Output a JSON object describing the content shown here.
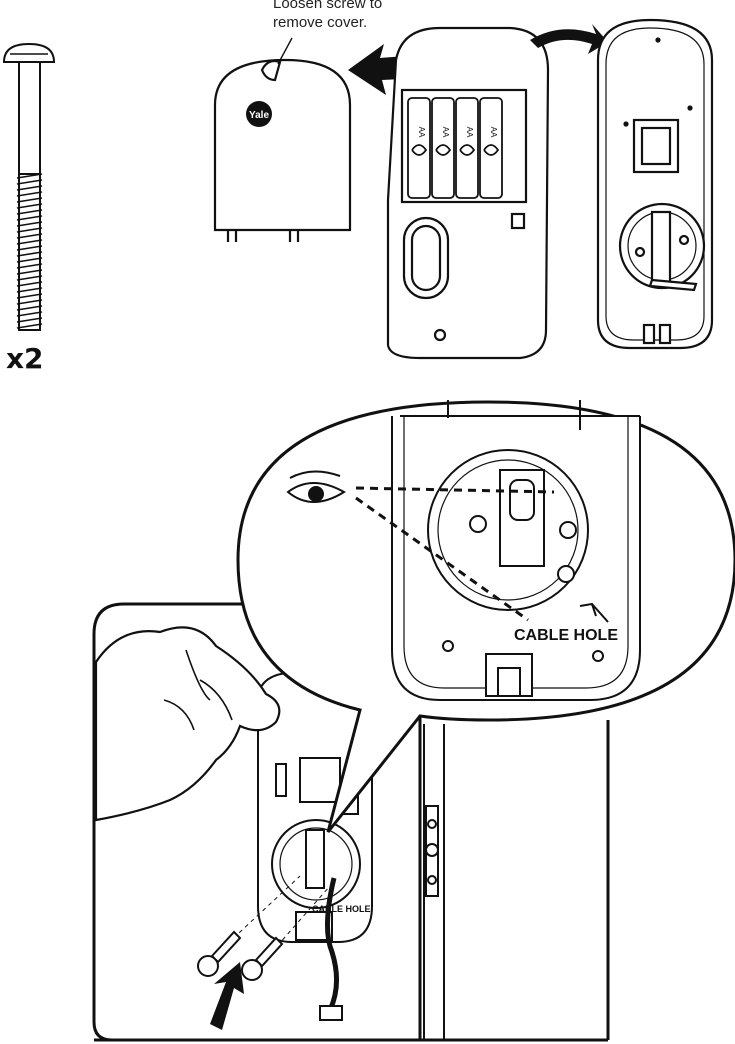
{
  "callout": {
    "line1": "Loosen screw to",
    "line2": "remove cover."
  },
  "screw_quantity": "x2",
  "cover_brand": "Yale",
  "battery_label": "AA",
  "cable_hole_label": "CABLE HOLE",
  "colors": {
    "ink": "#111111",
    "paper": "#ffffff",
    "shade": "#d9d9d9"
  }
}
